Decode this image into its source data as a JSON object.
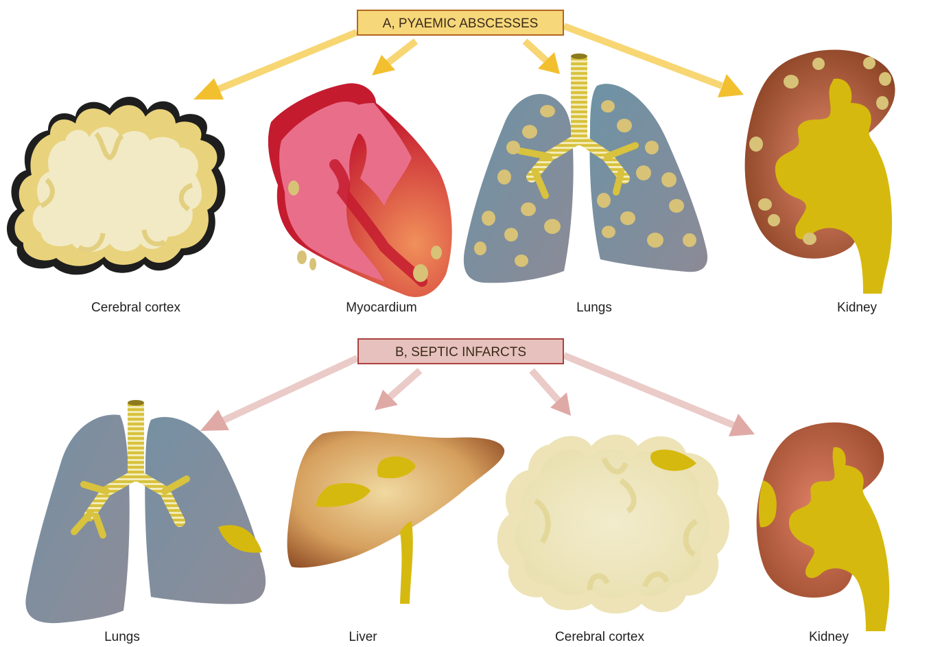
{
  "section_a": {
    "heading": "A, PYAEMIC ABSCESSES",
    "organs": [
      "Cerebral cortex",
      "Myocardium",
      "Lungs",
      "Kidney"
    ]
  },
  "section_b": {
    "heading": "B, SEPTIC INFARCTS",
    "organs": [
      "Lungs",
      "Liver",
      "Cerebral cortex",
      "Kidney"
    ]
  },
  "colors": {
    "heading_a_fill": "#f6d77a",
    "heading_a_border": "#b4651f",
    "heading_b_fill": "#e7c1bd",
    "heading_b_border": "#a8413e",
    "arrow_a": "#f4c542",
    "arrow_b": "#e0b0ad",
    "lesion": "#d7c277"
  }
}
